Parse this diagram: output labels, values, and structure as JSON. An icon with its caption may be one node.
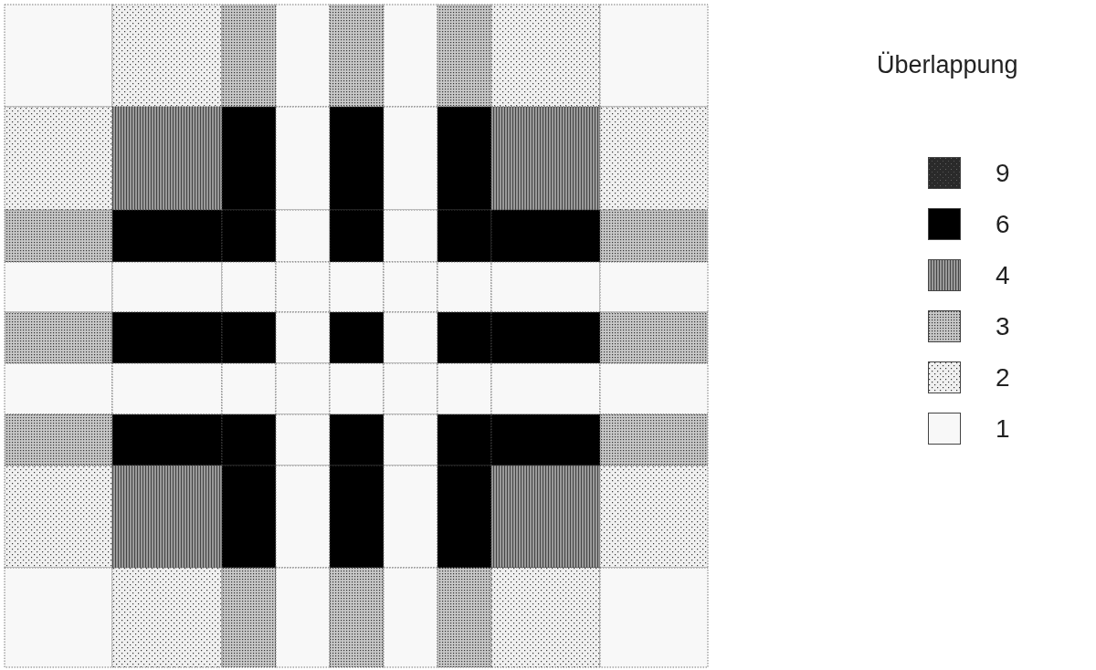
{
  "diagram": {
    "title": "Überlappung",
    "legend": [
      {
        "text": "9",
        "color": "#2a2a2a"
      },
      {
        "text": "6",
        "color": "#000000"
      },
      {
        "text": "4",
        "color": "#9a9a9a"
      },
      {
        "text": "3",
        "color": "#c8c8c8"
      },
      {
        "text": "2",
        "color": "#f0f0f0"
      },
      {
        "text": "1",
        "color": "#f8f8f8"
      }
    ]
  }
}
